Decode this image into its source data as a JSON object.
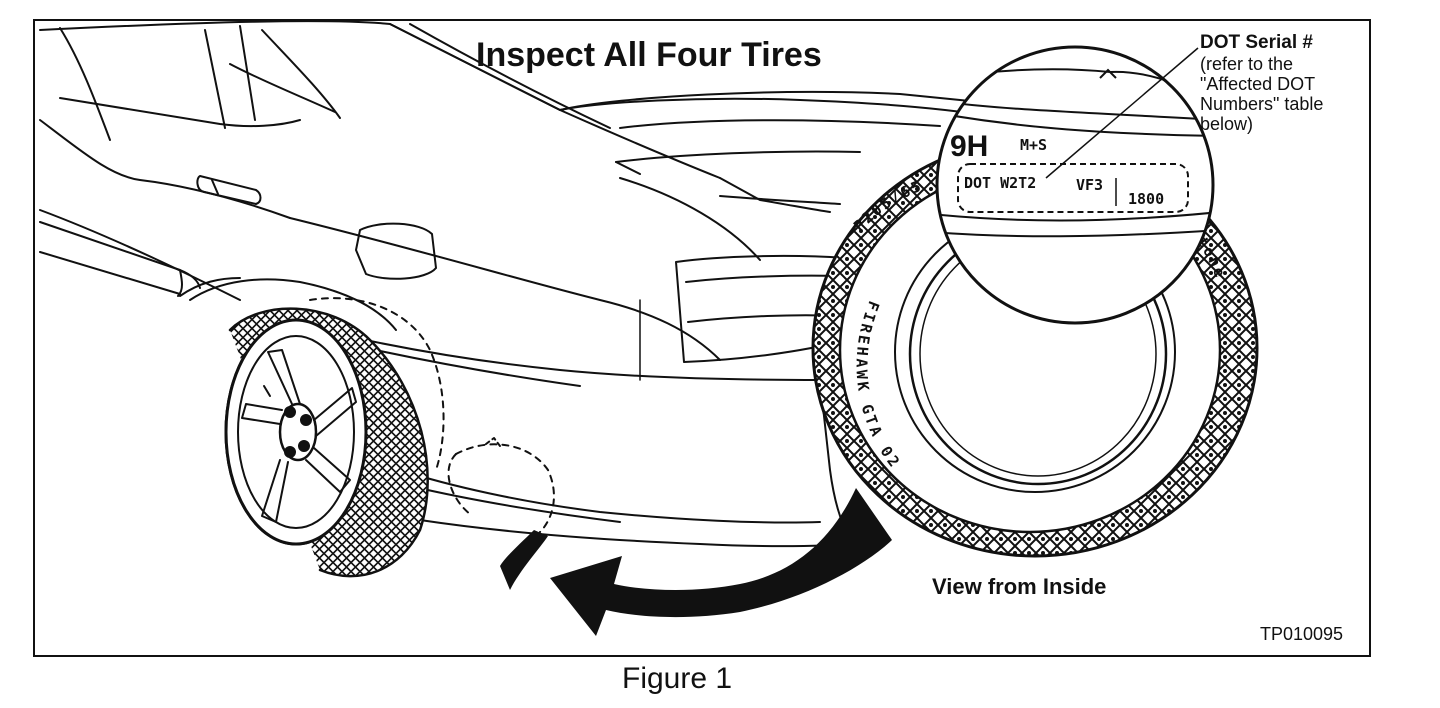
{
  "title": "Inspect All Four Tires",
  "callout": {
    "heading": "DOT Serial #",
    "note_lines": [
      "(refer to the",
      "\"Affected DOT",
      "Numbers\" table",
      "below)"
    ]
  },
  "tire": {
    "sidewall_brand": "FIREHAWK GTA 02",
    "sidewall_size": "P205/65",
    "brand_fragment": "stone",
    "magnified": {
      "speed_fragment": "9H",
      "ms_mark": "M+S",
      "dot_prefix": "DOT W2T2",
      "dot_code": "VF3",
      "dot_date": "1800"
    }
  },
  "view_label": "View from Inside",
  "figure_id": "TP010095",
  "caption": "Figure 1"
}
